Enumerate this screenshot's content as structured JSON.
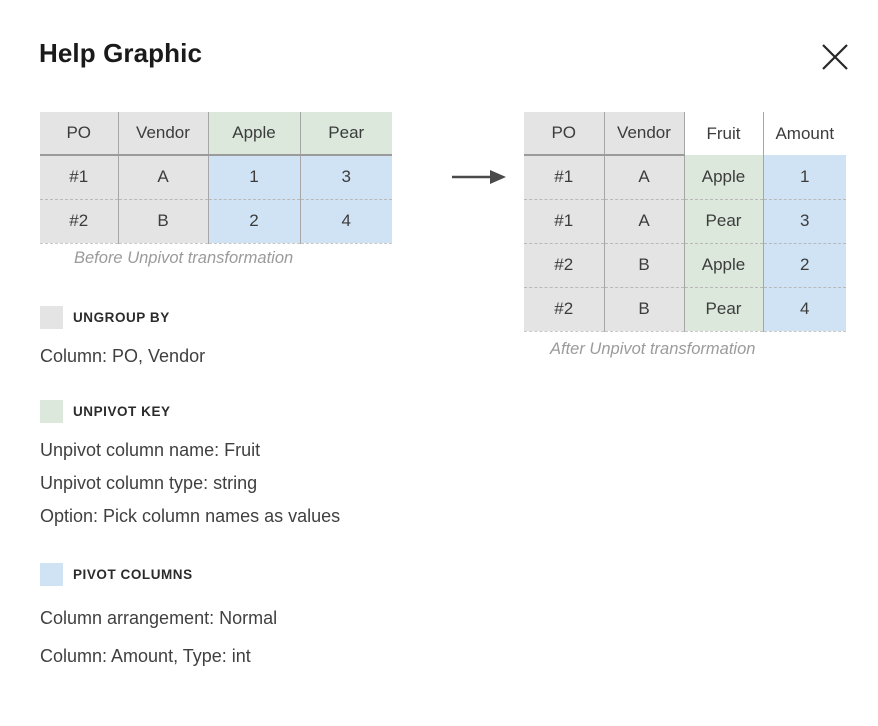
{
  "header": {
    "title": "Help Graphic",
    "close_icon": "close-icon"
  },
  "arrow": {
    "icon": "arrow-right-icon"
  },
  "tables": {
    "before": {
      "caption": "Before Unpivot transformation",
      "columns": [
        {
          "label": "PO",
          "fill": "grey"
        },
        {
          "label": "Vendor",
          "fill": "grey"
        },
        {
          "label": "Apple",
          "fill": "green"
        },
        {
          "label": "Pear",
          "fill": "green"
        }
      ],
      "rows": [
        [
          {
            "value": "#1",
            "fill": "grey"
          },
          {
            "value": "A",
            "fill": "grey"
          },
          {
            "value": "1",
            "fill": "blue"
          },
          {
            "value": "3",
            "fill": "blue"
          }
        ],
        [
          {
            "value": "#2",
            "fill": "grey"
          },
          {
            "value": "B",
            "fill": "grey"
          },
          {
            "value": "2",
            "fill": "blue"
          },
          {
            "value": "4",
            "fill": "blue"
          }
        ]
      ]
    },
    "after": {
      "caption": "After Unpivot transformation",
      "columns": [
        {
          "label": "PO",
          "fill": "grey"
        },
        {
          "label": "Vendor",
          "fill": "grey"
        },
        {
          "label": "Fruit",
          "fill": "none"
        },
        {
          "label": "Amount",
          "fill": "none"
        }
      ],
      "rows": [
        [
          {
            "value": "#1",
            "fill": "grey"
          },
          {
            "value": "A",
            "fill": "grey"
          },
          {
            "value": "Apple",
            "fill": "green"
          },
          {
            "value": "1",
            "fill": "blue"
          }
        ],
        [
          {
            "value": "#1",
            "fill": "grey"
          },
          {
            "value": "A",
            "fill": "grey"
          },
          {
            "value": "Pear",
            "fill": "green"
          },
          {
            "value": "3",
            "fill": "blue"
          }
        ],
        [
          {
            "value": "#2",
            "fill": "grey"
          },
          {
            "value": "B",
            "fill": "grey"
          },
          {
            "value": "Apple",
            "fill": "green"
          },
          {
            "value": "2",
            "fill": "blue"
          }
        ],
        [
          {
            "value": "#2",
            "fill": "grey"
          },
          {
            "value": "B",
            "fill": "grey"
          },
          {
            "value": "Pear",
            "fill": "green"
          },
          {
            "value": "4",
            "fill": "blue"
          }
        ]
      ]
    }
  },
  "legend": {
    "ungroup_by": {
      "label": "UNGROUP BY",
      "swatch_color": "#e4e4e4",
      "lines": [
        "Column: PO, Vendor"
      ]
    },
    "unpivot_key": {
      "label": "UNPIVOT KEY",
      "swatch_color": "#dce8dc",
      "lines": [
        "Unpivot column name: Fruit",
        "Unpivot column type: string",
        "Option: Pick column names as values"
      ]
    },
    "pivot_columns": {
      "label": "PIVOT COLUMNS",
      "swatch_color": "#d0e3f4",
      "lines": [
        "Column arrangement: Normal",
        "Column: Amount, Type: int"
      ]
    }
  },
  "colors": {
    "grey": "#e4e4e4",
    "green": "#dce8dc",
    "blue": "#d0e3f4",
    "rule": "#a6a6a6",
    "caption": "#9b9b9b"
  }
}
